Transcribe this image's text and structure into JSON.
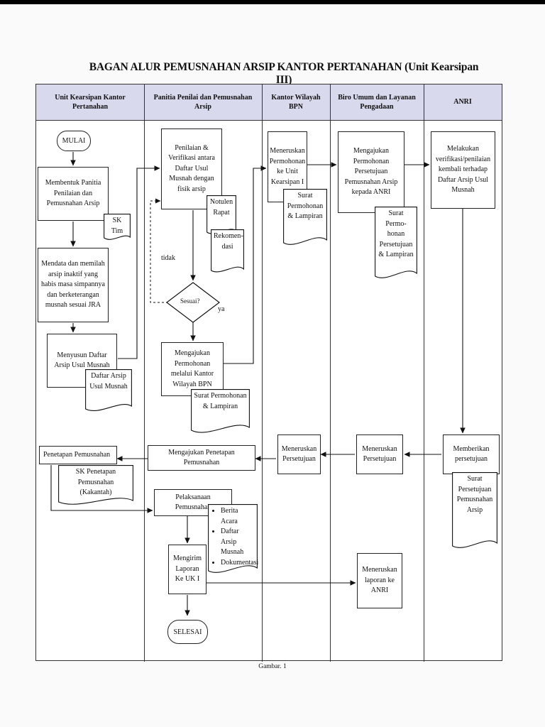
{
  "title": "BAGAN ALUR PEMUSNAHAN ARSIP KANTOR PERTANAHAN (Unit Kearsipan III)",
  "lanes": [
    "Unit Kearsipan Kantor Pertanahan",
    "Panitia Penilai dan Pemusnahan Arsip",
    "Kantor Wilayah BPN",
    "Biro Umum dan Layanan Pengadaan",
    "ANRI"
  ],
  "nodes": {
    "mulai": "MULAI",
    "membentuk": "Membentuk Panitia Penilaian dan Pemusnahan Arsip",
    "sk_tim": "SK Tim",
    "mendata": "Mendata dan memilah arsip inaktif yang habis masa simpannya dan berketerangan musnah sesuai JRA",
    "menyusun": "Menyusun Daftar Arsip Usul Musnah",
    "daftar_arsip": "Daftar Arsip Usul Musnah",
    "penilaian": "Penilaian & Verifikasi antara Daftar Usul Musnah dengan fisik arsip",
    "notulen": "Notulen Rapat",
    "rekomendasi": "Rekomen-dasi",
    "tidak": "tidak",
    "sesuai": "Sesuai?",
    "ya": "ya",
    "mengajukan_kanwil": "Mengajukan Permohonan melalui Kantor Wilayah BPN",
    "surat_permohonan_1": "Surat Permohonan & Lampiran",
    "meneruskan_permohonan": "Meneruskan Permohonan ke Unit Kearsipan I",
    "surat_permohonan_2": "Surat Permohonan & Lampiran",
    "mengajukan_anri": "Mengajukan Permohonan Persetujuan Pemusnahan Arsip kepada ANRI",
    "surat_permohonan_3": "Surat Permo-honan Persetujuan & Lampiran",
    "melakukan": "Melakukan verifikasi/penilaian kembali terhadap Daftar Arsip Usul Musnah",
    "memberikan": "Memberikan persetujuan",
    "surat_persetujuan": "Surat Persetujuan Pemusnahan Arsip",
    "meneruskan_persetujuan_biro": "Meneruskan Persetujuan",
    "meneruskan_persetujuan_kanwil": "Meneruskan Persetujuan",
    "mengajukan_penetapan": "Mengajukan Penetapan Pemusnahan",
    "penetapan": "Penetapan Pemusnahan",
    "sk_penetapan": "SK Penetapan Pemusnahan (Kakantah)",
    "pelaksanaan": "Pelaksanaan Pemusnahan",
    "berita_acara": [
      "Berita Acara",
      "Daftar Arsip Musnah",
      "Dokumentasi"
    ],
    "mengirim": "Mengirim Laporan Ke UK I",
    "meneruskan_laporan": "Meneruskan laporan ke ANRI",
    "selesai": "SELESAI"
  },
  "caption": "Gambar. 1"
}
